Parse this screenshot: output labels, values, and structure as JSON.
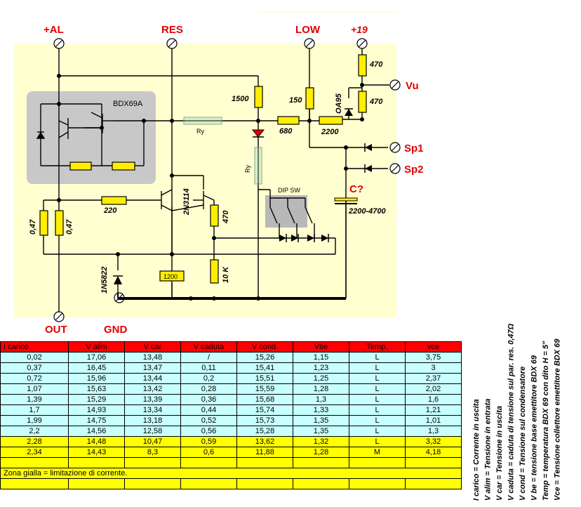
{
  "labels": {
    "al": "+AL",
    "res": "RES",
    "low": "LOW",
    "v19": "+19",
    "out": "OUT",
    "gnd": "GND",
    "vu": "Vu",
    "sp1": "Sp1",
    "sp2": "Sp2",
    "c": "C?"
  },
  "components": {
    "bdx": "BDX69A",
    "r_1500": "1500",
    "r_150": "150",
    "r_470_top": "470",
    "r_470_mid": "470",
    "diode_oa95": "OA95",
    "r_680": "680",
    "r_2200": "2200",
    "ry1": "Ry",
    "ry2": "Ry",
    "r_220": "220",
    "q_2n3114": "2N3114",
    "r_470_low": "470",
    "r_047_a": "0,47",
    "r_047_b": "0,47",
    "dip": "DIP SW",
    "cap": "2200-4700",
    "d_1n5822": "1N5822",
    "r_1200": "1200",
    "r_10k": "10 K"
  },
  "table": {
    "headers": [
      "I carico",
      "V alim",
      "V car",
      "V caduta",
      "V cond.",
      "Vbe",
      "Temp.",
      "vce"
    ],
    "rows": [
      {
        "c": [
          "0,02",
          "17,06",
          "13,48",
          "/",
          "15,26",
          "1,15",
          "L",
          "3,75"
        ],
        "color": "cyan"
      },
      {
        "c": [
          "0,37",
          "16,45",
          "13,47",
          "0,11",
          "15,41",
          "1,23",
          "L",
          "3"
        ],
        "color": "cyan"
      },
      {
        "c": [
          "0,72",
          "15,96",
          "13,44",
          "0,2",
          "15,51",
          "1,25",
          "L",
          "2,37"
        ],
        "color": "cyan"
      },
      {
        "c": [
          "1,07",
          "15,63",
          "13,42",
          "0,28",
          "15,59",
          "1,28",
          "L",
          "2,02"
        ],
        "color": "cyan"
      },
      {
        "c": [
          "1,39",
          "15,29",
          "13,39",
          "0,36",
          "15,68",
          "1,3",
          "L",
          "1,6"
        ],
        "color": "cyan"
      },
      {
        "c": [
          "1,7",
          "14,93",
          "13,34",
          "0,44",
          "15,74",
          "1,33",
          "L",
          "1,21"
        ],
        "color": "cyan"
      },
      {
        "c": [
          "1,99",
          "14,75",
          "13,18",
          "0,52",
          "15,73",
          "1,35",
          "L",
          "1,01"
        ],
        "color": "cyan"
      },
      {
        "c": [
          "2,2",
          "14,56",
          "12,58",
          "0,56",
          "15,28",
          "1,35",
          "L",
          "1,3"
        ],
        "color": "cyan"
      },
      {
        "c": [
          "2,28",
          "14,48",
          "10,47",
          "0,59",
          "13,62",
          "1,32",
          "L",
          "3,32"
        ],
        "color": "yel"
      },
      {
        "c": [
          "2,34",
          "14,43",
          "8,3",
          "0,6",
          "11,88",
          "1,28",
          "M",
          "4,18"
        ],
        "color": "yel"
      }
    ],
    "note": "Zona gialla = limitazione di corrente."
  },
  "legend": [
    "I carico = Corrente in uscita",
    "V alim = Tensione in entrata",
    "V car = Tensione in uscita",
    "V caduta = caduta di tensione sul par. res. 0,47Ω",
    "V cond = Tensione sul condensatore",
    "V be = tensione base emettitore BDX 69",
    "Temp = temperatura BDX 69 con dito H = 5\"",
    "Vce = Tensione collettore emettitore BDX 69"
  ]
}
